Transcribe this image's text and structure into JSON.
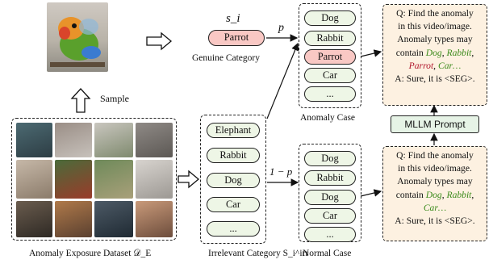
{
  "sample": {
    "label": "Sample"
  },
  "dataset": {
    "caption": "Anomaly Exposure Dataset 𝒟_E"
  },
  "genuine": {
    "symbol": "s_i",
    "pill": "Parrot",
    "caption": "Genuine Category"
  },
  "irrelevant": {
    "items": [
      "Elephant",
      "Rabbit",
      "Dog",
      "Car",
      "..."
    ],
    "caption": "Irrelevant Category S_i^irr"
  },
  "anomaly_case": {
    "items": [
      "Dog",
      "Rabbit",
      "Parrot",
      "Car",
      "..."
    ],
    "caption": "Anomaly Case"
  },
  "normal_case": {
    "items": [
      "Dog",
      "Rabbit",
      "Dog",
      "Car",
      "..."
    ],
    "caption": "Normal Case"
  },
  "edges": {
    "p": "p",
    "one_minus_p": "1 − p"
  },
  "qa_top": {
    "line1": "Q: Find the anomaly",
    "line2": "in this video/image.",
    "line3": "Anomaly types may",
    "line4a": "contain",
    "line4b": "Dog",
    "line4c": "Rabbit",
    "line5a": "Parrot",
    "line5b": "Car…",
    "line6": "A: Sure, it is <SEG>."
  },
  "mllm": {
    "label": "MLLM Prompt"
  },
  "qa_bottom": {
    "line1": "Q: Find the anomaly",
    "line2": "in this video/image.",
    "line3": "Anomaly types may",
    "line4a": "contain",
    "line4b": "Dog",
    "line4c": "Rabbit",
    "line5": "Car…",
    "line6": "A: Sure, it is <SEG>."
  }
}
